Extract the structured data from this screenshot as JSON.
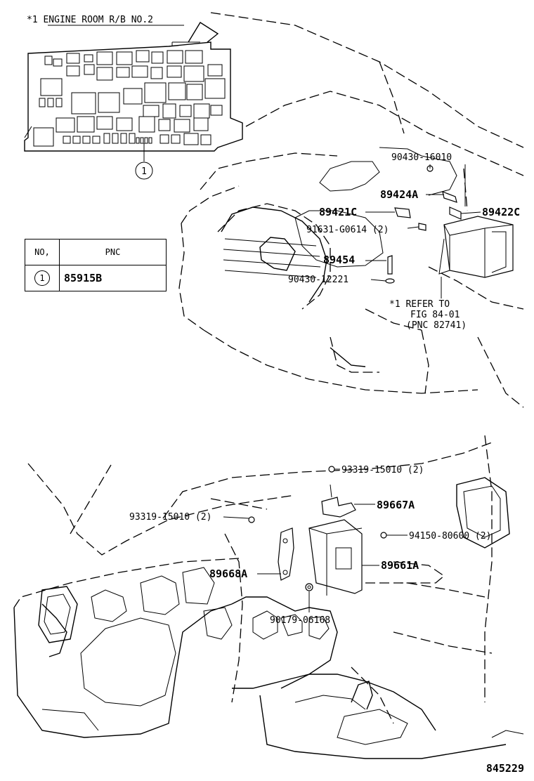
{
  "header": {
    "note": "*1 ENGINE ROOM R/B NO.2"
  },
  "relay_block": {
    "callout": "1"
  },
  "table": {
    "headers": [
      "NO,",
      "PNC"
    ],
    "rows": [
      {
        "no": "1",
        "pnc": "85915B"
      }
    ]
  },
  "engine_callouts": {
    "p90430_16010": "90430-16010",
    "p89424A": "89424A",
    "p89421C": "89421C",
    "p89422C": "89422C",
    "p91631": "91631-G0614 (2)",
    "p89454": "89454",
    "p90430_12221": "90430-12221",
    "refer_line1": "*1 REFER TO",
    "refer_line2": "FIG 84-01",
    "refer_line3": "(PNC 82741)"
  },
  "dash_callouts": {
    "p93319_right": "93319-15010 (2)",
    "p93319_left": "93319-15010 (2)",
    "p89667A": "89667A",
    "p94150": "94150-80600 (2)",
    "p89661A": "89661A",
    "p89668A": "89668A",
    "p90179": "90179-06168"
  },
  "footer": {
    "figure_id": "845229"
  }
}
